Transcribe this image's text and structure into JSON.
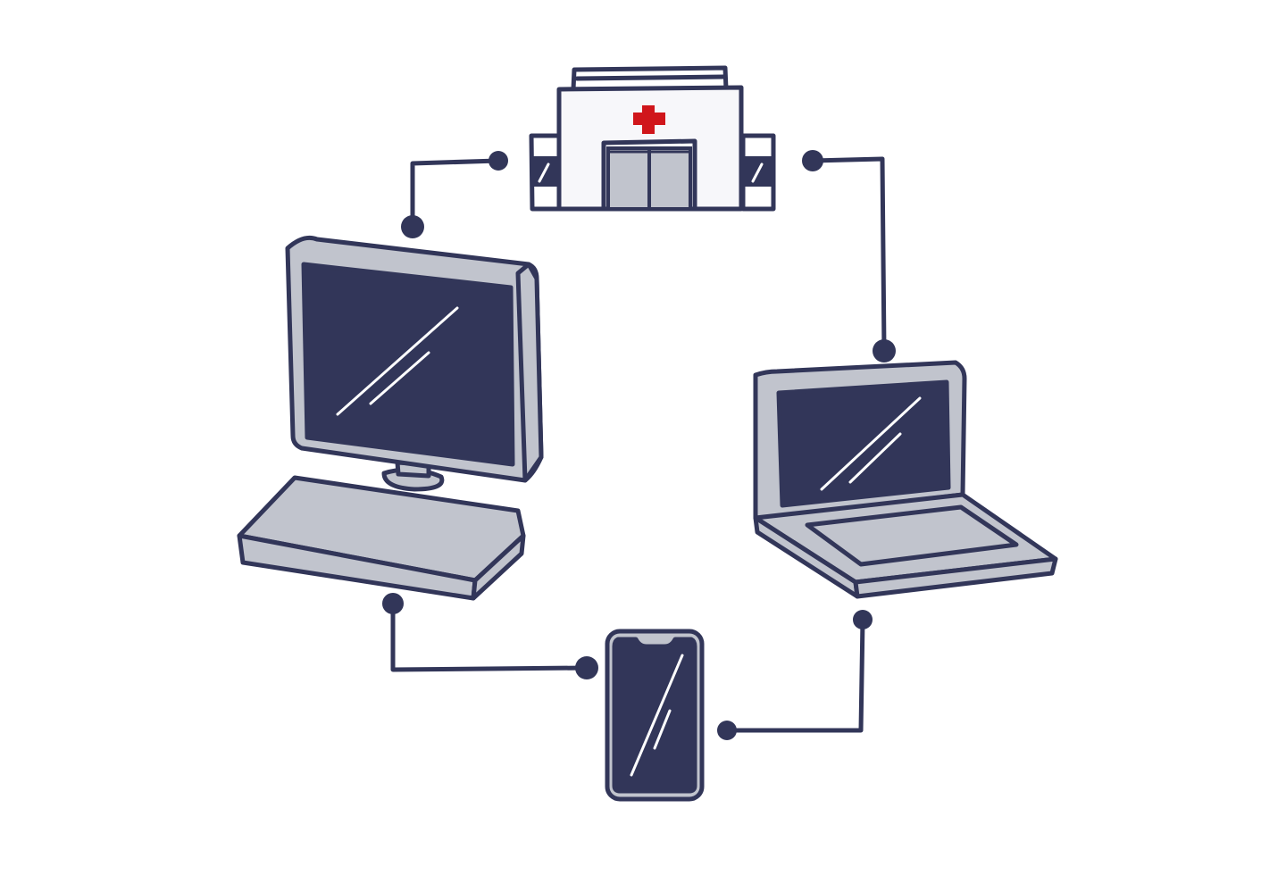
{
  "colors": {
    "outline": "#323659",
    "body_gray": "#c1c4cd",
    "screen": "#323659",
    "building_white": "#ffffff",
    "building_wall": "#f7f7fa",
    "cross_red": "#d0161b",
    "background": "#ffffff"
  },
  "nodes": [
    {
      "id": "hospital",
      "icon": "hospital-building-icon"
    },
    {
      "id": "desktop",
      "icon": "desktop-computer-icon"
    },
    {
      "id": "laptop",
      "icon": "laptop-icon"
    },
    {
      "id": "phone",
      "icon": "smartphone-icon"
    }
  ],
  "connections": [
    {
      "from": "hospital",
      "to": "desktop"
    },
    {
      "from": "hospital",
      "to": "laptop"
    },
    {
      "from": "desktop",
      "to": "phone"
    },
    {
      "from": "laptop",
      "to": "phone"
    }
  ]
}
